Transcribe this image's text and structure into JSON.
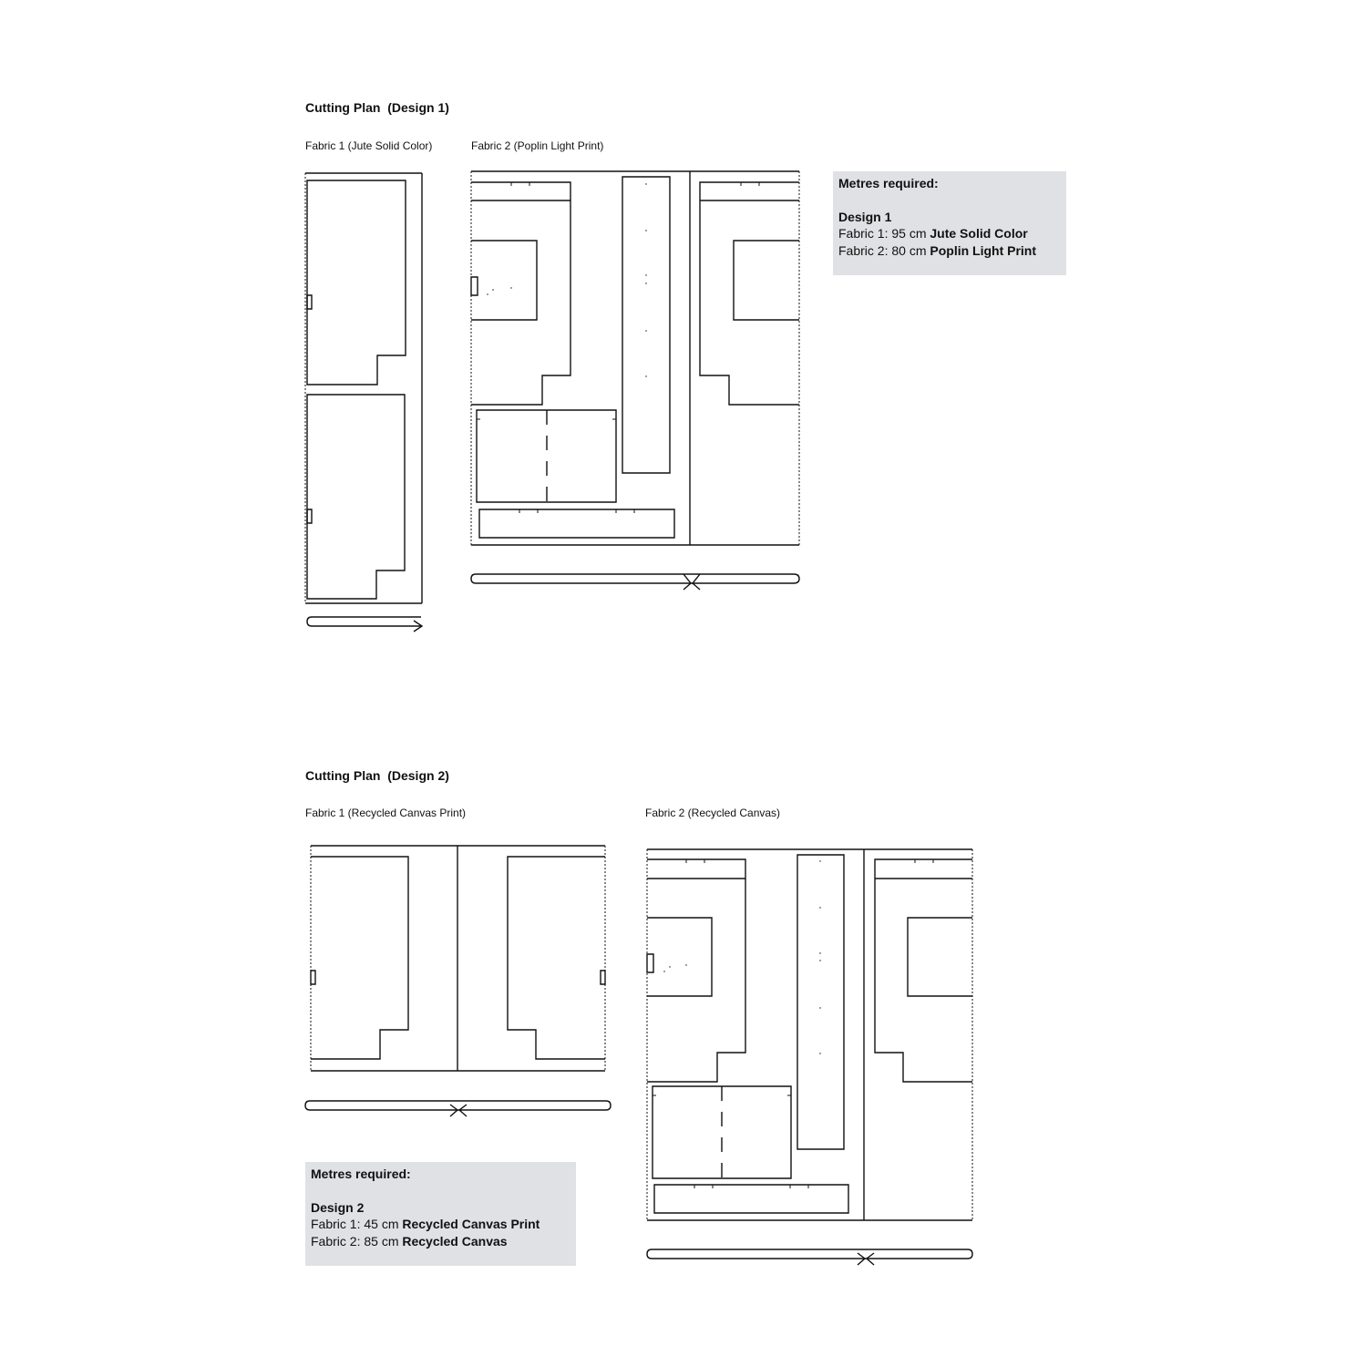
{
  "design1": {
    "heading": "Cutting Plan  (Design 1)",
    "fabric1_label": "Fabric 1 (Jute Solid Color)",
    "fabric2_label": "Fabric 2 (Poplin Light Print)",
    "box": {
      "title": "Metres required:",
      "design": "Design 1",
      "line1_prefix": "Fabric 1: 95 cm ",
      "line1_fabric": "Jute Solid Color",
      "line2_prefix": "Fabric 2: 80 cm ",
      "line2_fabric": "Poplin Light Print"
    }
  },
  "design2": {
    "heading": "Cutting Plan  (Design 2)",
    "fabric1_label": "Fabric 1 (Recycled Canvas Print)",
    "fabric2_label": "Fabric 2 (Recycled Canvas)",
    "box": {
      "title": "Metres required:",
      "design": "Design 2",
      "line1_prefix": "Fabric 1: 45 cm ",
      "line1_fabric": "Recycled Canvas Print",
      "line2_prefix": "Fabric 2: 85 cm ",
      "line2_fabric": "Recycled Canvas"
    }
  },
  "colors": {
    "box_background": "#e0e1e4",
    "line": "#111111"
  }
}
